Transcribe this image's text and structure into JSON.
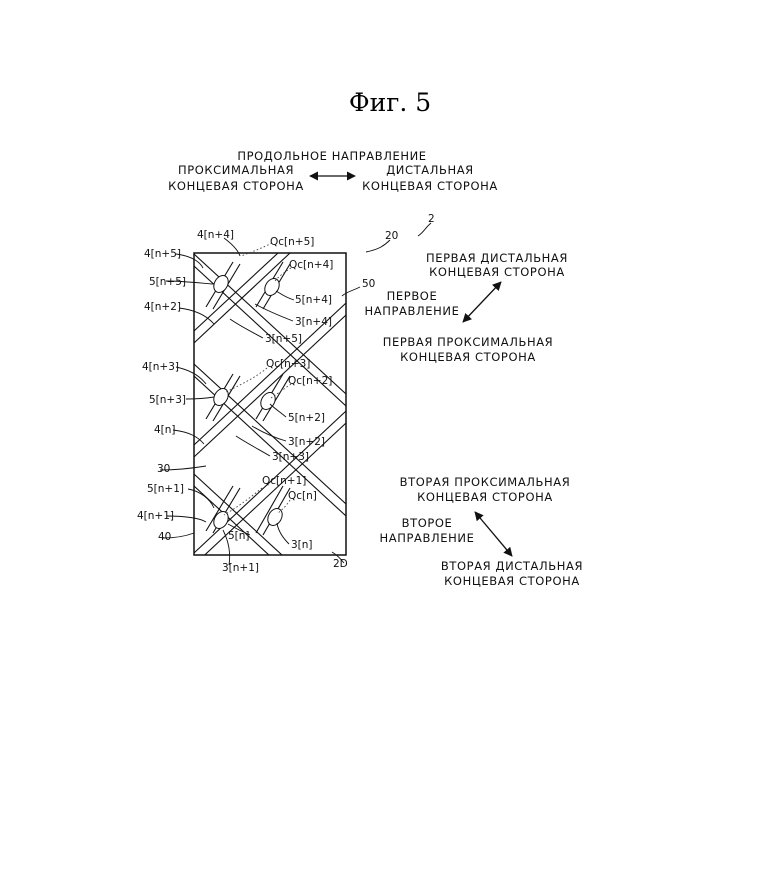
{
  "figure": {
    "title": "Фиг. 5"
  },
  "directions": {
    "longitudinal": {
      "title": "ПРОДОЛЬНОЕ НАПРАВЛЕНИЕ",
      "proximal": [
        "ПРОКСИМАЛЬНАЯ",
        "КОНЦЕВАЯ СТОРОНА"
      ],
      "distal": [
        "ДИСТАЛЬНАЯ",
        "КОНЦЕВАЯ СТОРОНА"
      ]
    },
    "first": {
      "distal": [
        "ПЕРВАЯ ДИСТАЛЬНАЯ",
        "КОНЦЕВАЯ СТОРОНА"
      ],
      "name": [
        "ПЕРВОЕ",
        "НАПРАВЛЕНИЕ"
      ],
      "proximal": [
        "ПЕРВАЯ ПРОКСИМАЛЬНАЯ",
        "КОНЦЕВАЯ СТОРОНА"
      ]
    },
    "second": {
      "proximal": [
        "ВТОРАЯ ПРОКСИМАЛЬНАЯ",
        "КОНЦЕВАЯ СТОРОНА"
      ],
      "name": [
        "ВТОРОЕ",
        "НАПРАВЛЕНИЕ"
      ],
      "distal": [
        "ВТОРАЯ ДИСТАЛЬНАЯ",
        "КОНЦЕВАЯ СТОРОНА"
      ]
    }
  },
  "labels": {
    "ref_20": "20",
    "ref_2": "2",
    "ref_50": "50",
    "ref_30": "30",
    "ref_40": "40",
    "ref_2D": "2D",
    "l_4n4": "4[n+4]",
    "l_qc5": "Qc[n+5]",
    "l_4n5": "4[n+5]",
    "l_qc4": "Qc[n+4]",
    "l_5n5": "5[n+5]",
    "l_5n4": "5[n+4]",
    "l_4n2": "4[n+2]",
    "l_3n4": "3[n+4]",
    "l_3n5": "3[n+5]",
    "l_qc3": "Qc[n+3]",
    "l_4n3": "4[n+3]",
    "l_qc2": "Qc[n+2]",
    "l_5n3": "5[n+3]",
    "l_5n2": "5[n+2]",
    "l_4n": "4[n]",
    "l_3n2": "3[n+2]",
    "l_3n3": "3[n+3]",
    "l_qc1": "Qc[n+1]",
    "l_5n1": "5[n+1]",
    "l_qcn": "Qc[n]",
    "l_4n1": "4[n+1]",
    "l_5n": "5[n]",
    "l_3n": "3[n]",
    "l_3n1": "3[n+1]"
  }
}
